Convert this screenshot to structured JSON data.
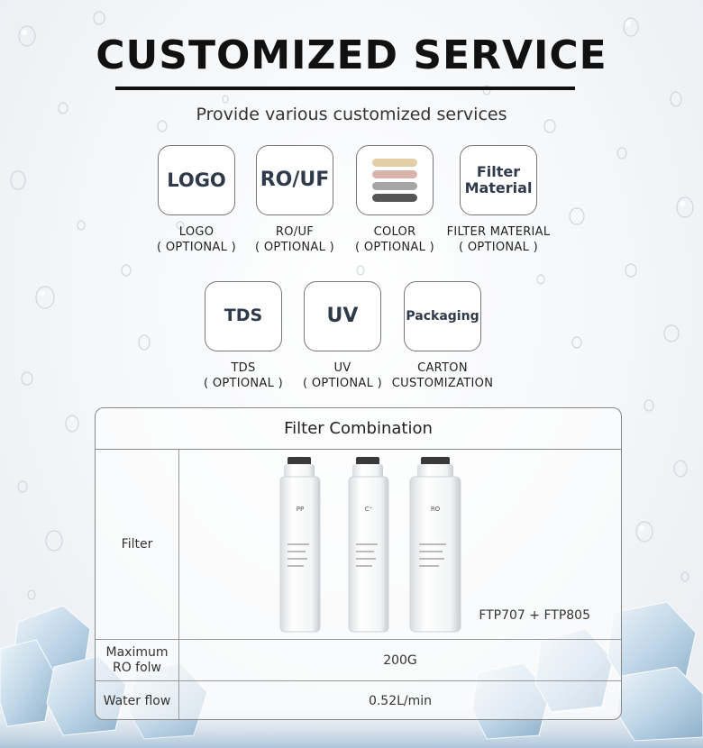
{
  "header": {
    "title": "CUSTOMIZED SERVICE",
    "subtitle": "Provide various customized services"
  },
  "options_row1": [
    {
      "box_text": "LOGO",
      "caption_line1": "LOGO",
      "caption_line2": "( OPTIONAL )"
    },
    {
      "box_text": "RO/UF",
      "caption_line1": "RO/UF",
      "caption_line2": "( OPTIONAL )"
    },
    {
      "box_text": "",
      "caption_line1": "COLOR",
      "caption_line2": "( OPTIONAL )",
      "swatch_colors": [
        "#e3cfa6",
        "#d8b4ad",
        "#a6a6a6",
        "#555555"
      ]
    },
    {
      "box_text": "Filter Material",
      "caption_line1": "FILTER MATERIAL",
      "caption_line2": "( OPTIONAL )"
    }
  ],
  "options_row2": [
    {
      "box_text": "TDS",
      "caption_line1": "TDS",
      "caption_line2": "( OPTIONAL )"
    },
    {
      "box_text": "UV",
      "caption_line1": "UV",
      "caption_line2": "( OPTIONAL )"
    },
    {
      "box_text": "Packaging",
      "caption_line1": "CARTON",
      "caption_line2": "CUSTOMIZATION"
    }
  ],
  "table": {
    "title": "Filter Combination",
    "rows": [
      {
        "label": "Filter",
        "model": "FTP707 + FTP805",
        "cartridges": [
          "PP",
          "C⁺",
          "RO"
        ]
      },
      {
        "label": "Maximum RO folw",
        "value": "200G"
      },
      {
        "label": "Water flow",
        "value": "0.52L/min"
      }
    ]
  },
  "colors": {
    "title": "#111111",
    "box_border": "#777777",
    "box_text": "#2f3a4a",
    "table_border": "#888888"
  }
}
